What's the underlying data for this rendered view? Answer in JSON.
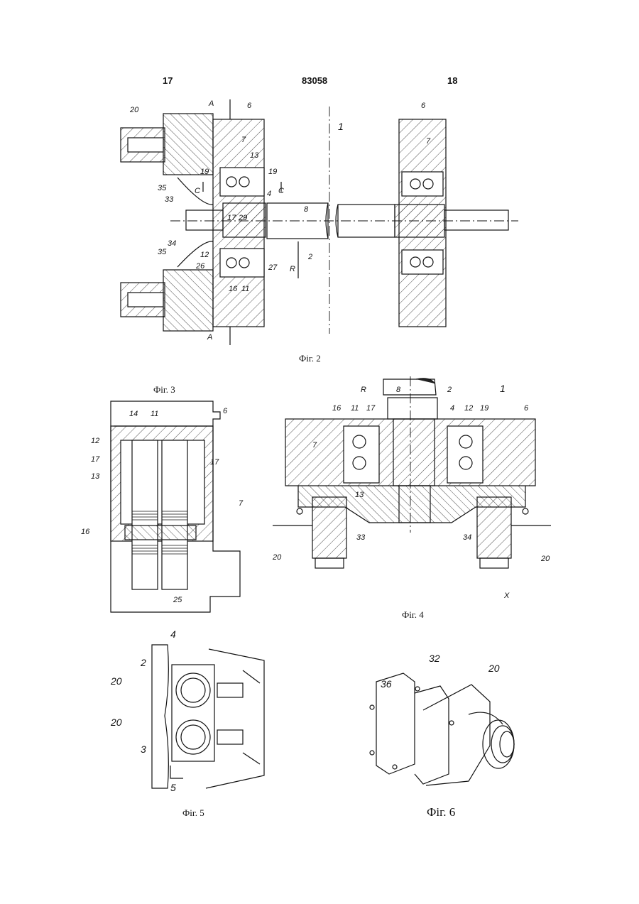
{
  "header": {
    "left_page": "17",
    "patent_number": "83058",
    "right_page": "18"
  },
  "captions": {
    "fig2": "Фіг. 2",
    "fig3": "Фіг. 3",
    "fig4": "Фіг. 4",
    "fig5": "Фіг. 5",
    "fig6": "Фіг. 6"
  },
  "fig2_labels": {
    "l20": "20",
    "lA": "A",
    "l6": "6",
    "l7": "7",
    "l13": "13",
    "l19a": "19",
    "l19b": "19",
    "l35a": "35",
    "l33": "33",
    "lC1": "C",
    "lC2": "C",
    "l4": "4",
    "l17": "17",
    "l29": "29",
    "l8": "8",
    "l2": "2",
    "l34": "34",
    "l35b": "35",
    "l12": "12",
    "l26": "26",
    "l27": "27",
    "l16": "16",
    "l11": "11",
    "lR": "R",
    "lA2": "A",
    "l1": "1",
    "l6r": "6",
    "l7r": "7"
  },
  "fig3_labels": {
    "l6": "6",
    "l14": "14",
    "l11": "11",
    "l12": "12",
    "l17a": "17",
    "l17b": "17",
    "l13": "13",
    "l7": "7",
    "l16": "16",
    "l25": "25"
  },
  "fig4_labels": {
    "lR": "R",
    "l8": "8",
    "l2": "2",
    "l1": "1",
    "l16": "16",
    "l11": "11",
    "l17": "17",
    "l4": "4",
    "l12": "12",
    "l19": "19",
    "l6": "6",
    "l7": "7",
    "l13": "13",
    "l33": "33",
    "l34": "34",
    "l20a": "20",
    "l20b": "20",
    "lX": "X"
  },
  "fig5_labels": {
    "l4": "4",
    "l2": "2",
    "l20a": "20",
    "l20b": "20",
    "l3": "3",
    "l5": "5"
  },
  "fig6_labels": {
    "l32": "32",
    "l20": "20",
    "l36": "36"
  }
}
